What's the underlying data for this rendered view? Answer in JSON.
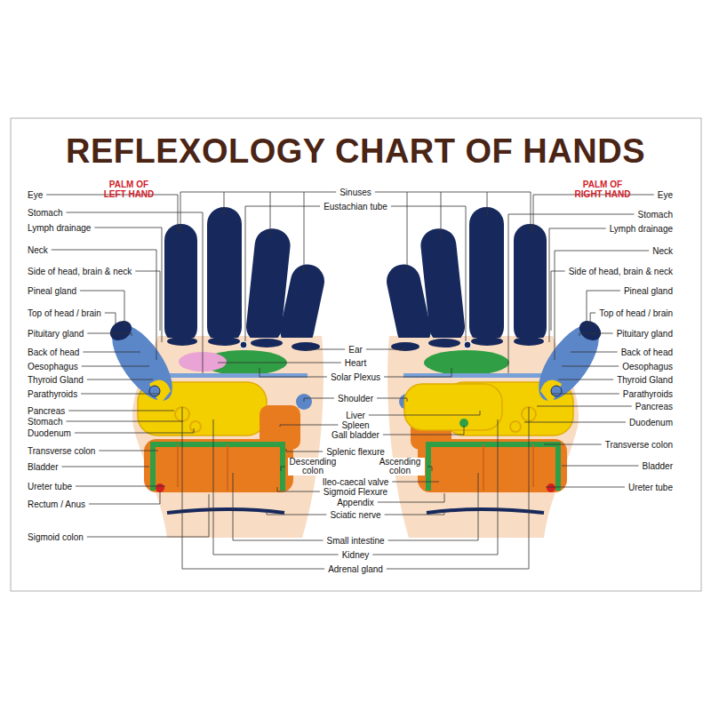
{
  "diagram": {
    "title": "REFLEXOLOGY CHART OF HANDS",
    "labels": [
      "PALM OF LEFT HAND",
      "Eye",
      "Stomach",
      "Lymph drainage",
      "Neck",
      "Side of head, brain & neck",
      "Pineal gland",
      "Top of head / brain",
      "Pituitary gland",
      "Back of head",
      "Oesophagus",
      "Thyroid Gland",
      "Parathyroids",
      "Pancreas",
      "Stomach",
      "Duodenum",
      "Transverse colon",
      "Bladder",
      "Ureter tube",
      "Rectum / Anus",
      "Sigmoid colon",
      "Sinuses",
      "Eustachian tube",
      "Ear",
      "Heart",
      "Solar Plexus",
      "Shoulder",
      "Liver",
      "Spleen",
      "Gall bladder",
      "Splenic flexure",
      "Descending colon",
      "Ascending colon",
      "Ileo-caecal valve",
      "Sigmoid Flexure",
      "Appendix",
      "Sciatic nerve",
      "Small intestine",
      "Kidney",
      "Adrenal gland",
      "PALM OF RIGHT HAND",
      "Eye",
      "Stomach",
      "Lymph drainage",
      "Neck",
      "Side of head, brain & neck",
      "Pineal gland",
      "Top of head / brain",
      "Pituitary gland",
      "Back of head",
      "Oesophagus",
      "Thyroid Gland",
      "Parathyroids",
      "Pancreas",
      "Duodenum",
      "Transverse colon",
      "Bladder",
      "Ureter tube"
    ]
  }
}
